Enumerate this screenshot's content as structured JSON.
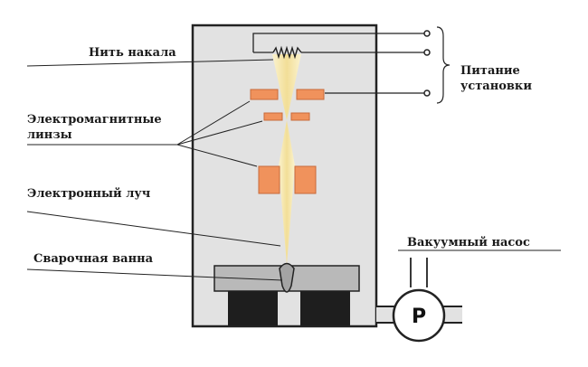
{
  "labels": {
    "filament": "Нить накала",
    "power_line1": "Питание",
    "power_line2": "установки",
    "lenses_line1": "Электромагнитные",
    "lenses_line2": "линзы",
    "beam": "Электронный луч",
    "vacuum_pump": "Вакуумный насос",
    "weld_pool": "Сварочная ванна",
    "pump_symbol": "P"
  },
  "colors": {
    "chamber_fill": "#e2e2e2",
    "lens_fill": "#f0925c",
    "lens_stroke": "#c8693a",
    "beam_light": "#fbf3cf",
    "beam_dark": "#f2de97",
    "workpiece": "#b9b9b9",
    "support": "#1e1e1e",
    "line": "#222222"
  }
}
